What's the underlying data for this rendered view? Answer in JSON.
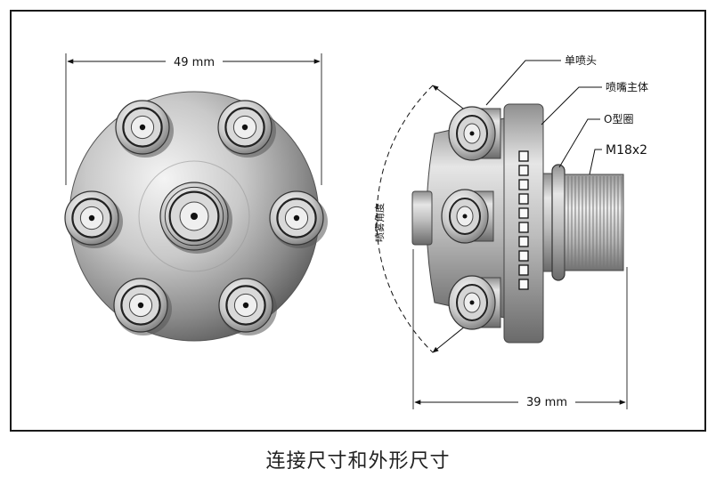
{
  "dimensions": {
    "front_width": "49 mm",
    "side_width": "39 mm",
    "spray_angle": "喷雾角度"
  },
  "callouts": {
    "single_nozzle": "单喷头",
    "nozzle_body": "喷嘴主体",
    "o_ring": "O型圈",
    "thread": "M18x2"
  },
  "caption": "连接尺寸和外形尺寸",
  "colors": {
    "frame": "#1a1a1a",
    "metal_light": "#f2f2f2",
    "metal_dark": "#6e6e6e",
    "line": "#111111"
  }
}
